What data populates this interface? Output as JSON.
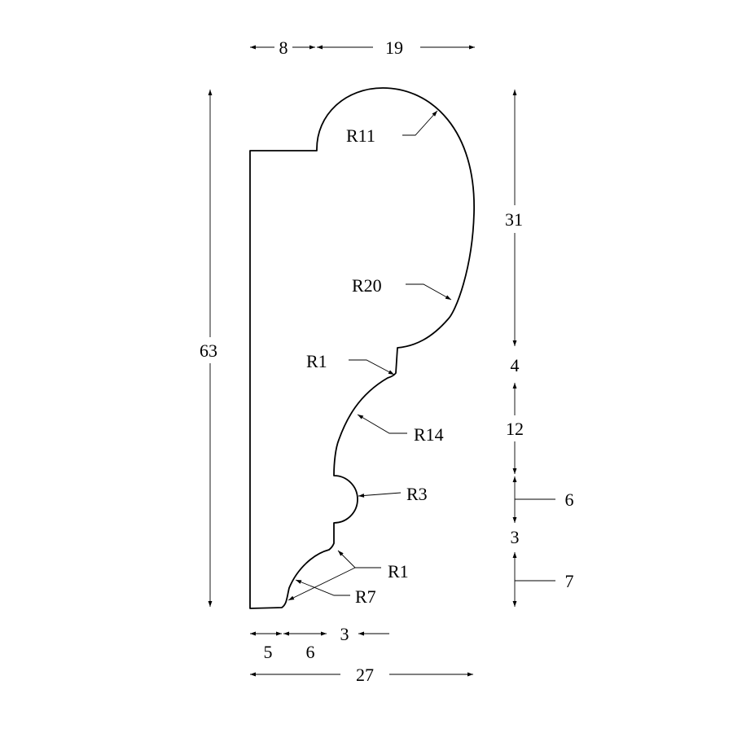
{
  "drawing": {
    "dimensions": {
      "top_left_width": "8",
      "top_right_width": "19",
      "total_height": "63",
      "upper_height": "31",
      "step_4": "4",
      "step_12": "12",
      "step_6": "6",
      "step_3": "3",
      "step_7": "7",
      "bottom_5": "5",
      "bottom_6": "6",
      "bottom_3": "3",
      "total_width": "27"
    },
    "radii": {
      "r11": "R11",
      "r20": "R20",
      "r1_upper": "R1",
      "r14": "R14",
      "r3": "R3",
      "r1_lower": "R1",
      "r7": "R7"
    }
  }
}
